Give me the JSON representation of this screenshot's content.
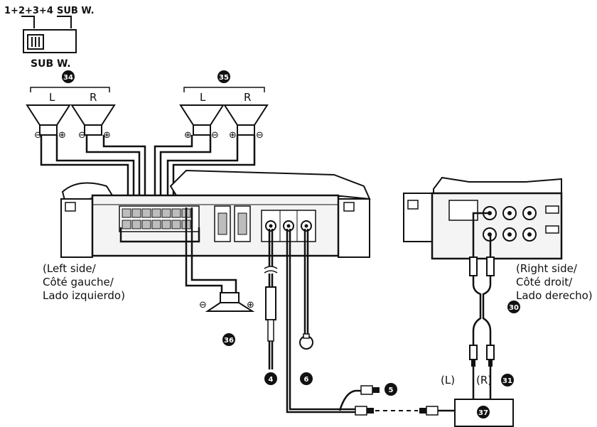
{
  "switch": {
    "option_left": "1+2+3+4",
    "option_right": "SUB W.",
    "label": "SUB W."
  },
  "speaker_pairs": [
    {
      "badge": "34",
      "left": "L",
      "right": "R"
    },
    {
      "badge": "35",
      "left": "L",
      "right": "R"
    }
  ],
  "terminal_minus": "⊖",
  "terminal_plus": "⊕",
  "left_side_text": [
    "(Left side/",
    "Côté gauche/",
    "Lado izquierdo)"
  ],
  "right_side_text": [
    "(Right side/",
    "Côté droit/",
    "Lado derecho)"
  ],
  "badges": {
    "subwoofer": "36",
    "cable": "30",
    "plug_rca": "31",
    "source_unit": "37",
    "wire_4": "4",
    "wire_5": "5",
    "wire_6": "6"
  },
  "plug_labels": {
    "left": "(L)",
    "right": "(R)"
  },
  "colors": {
    "line": "#111111",
    "amp_fill": "#f4f4f4",
    "shade": "#bdbdbd"
  }
}
